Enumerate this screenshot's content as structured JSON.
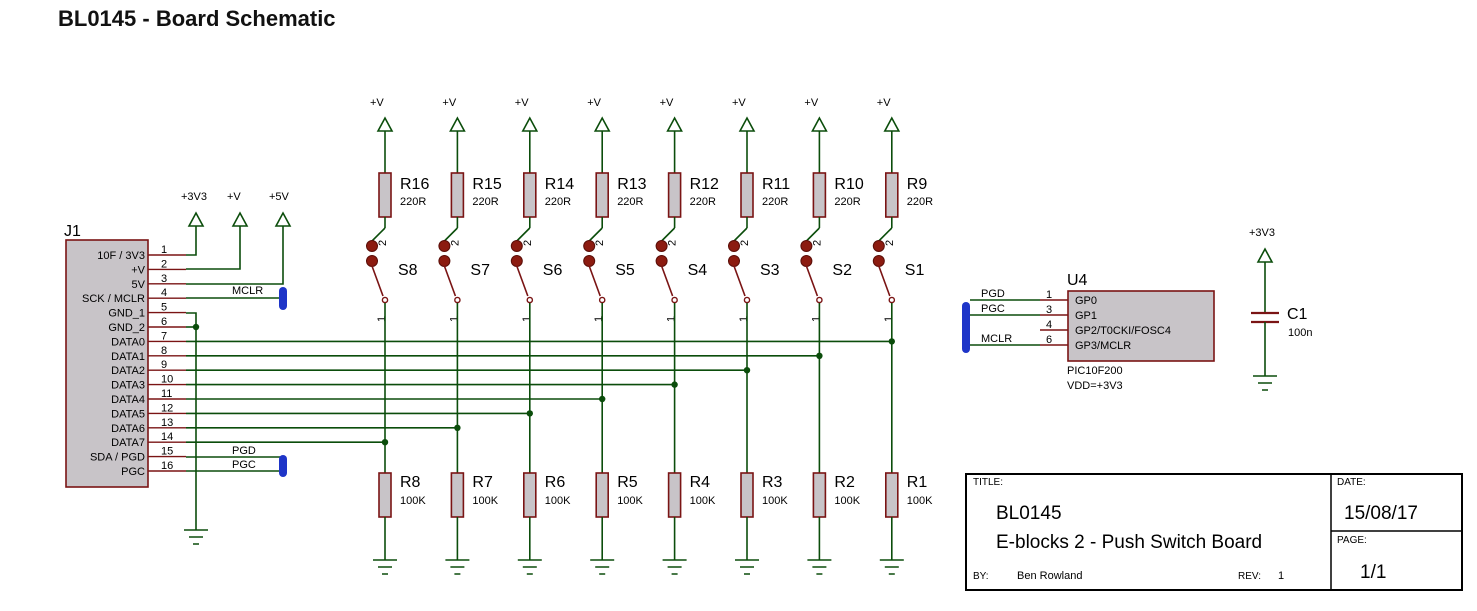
{
  "page_title": "BL0145 - Board Schematic",
  "power_labels": {
    "vplus": "+V",
    "v3v3": "+3V3",
    "v5v": "+5V"
  },
  "j1": {
    "ref": "J1",
    "pins": [
      {
        "name": "10F / 3V3",
        "num": "1"
      },
      {
        "name": "+V",
        "num": "2"
      },
      {
        "name": "5V",
        "num": "3"
      },
      {
        "name": "SCK / MCLR",
        "num": "4"
      },
      {
        "name": "GND_1",
        "num": "5"
      },
      {
        "name": "GND_2",
        "num": "6"
      },
      {
        "name": "DATA0",
        "num": "7"
      },
      {
        "name": "DATA1",
        "num": "8"
      },
      {
        "name": "DATA2",
        "num": "9"
      },
      {
        "name": "DATA3",
        "num": "10"
      },
      {
        "name": "DATA4",
        "num": "11"
      },
      {
        "name": "DATA5",
        "num": "12"
      },
      {
        "name": "DATA6",
        "num": "13"
      },
      {
        "name": "DATA7",
        "num": "14"
      },
      {
        "name": "SDA / PGD",
        "num": "15"
      },
      {
        "name": "PGC",
        "num": "16"
      }
    ],
    "net_labels": {
      "mclr": "MCLR",
      "pgd": "PGD",
      "pgc": "PGC"
    }
  },
  "columns": [
    {
      "upper_ref": "R16",
      "upper_val": "220R",
      "switch": "S8",
      "lower_ref": "R8",
      "lower_val": "100K"
    },
    {
      "upper_ref": "R15",
      "upper_val": "220R",
      "switch": "S7",
      "lower_ref": "R7",
      "lower_val": "100K"
    },
    {
      "upper_ref": "R14",
      "upper_val": "220R",
      "switch": "S6",
      "lower_ref": "R6",
      "lower_val": "100K"
    },
    {
      "upper_ref": "R13",
      "upper_val": "220R",
      "switch": "S5",
      "lower_ref": "R5",
      "lower_val": "100K"
    },
    {
      "upper_ref": "R12",
      "upper_val": "220R",
      "switch": "S4",
      "lower_ref": "R4",
      "lower_val": "100K"
    },
    {
      "upper_ref": "R11",
      "upper_val": "220R",
      "switch": "S3",
      "lower_ref": "R3",
      "lower_val": "100K"
    },
    {
      "upper_ref": "R10",
      "upper_val": "220R",
      "switch": "S2",
      "lower_ref": "R2",
      "lower_val": "100K"
    },
    {
      "upper_ref": "R9",
      "upper_val": "220R",
      "switch": "S1",
      "lower_ref": "R1",
      "lower_val": "100K"
    }
  ],
  "switch_pin_labels": {
    "top": "2",
    "bottom": "1"
  },
  "u4": {
    "ref": "U4",
    "part": "PIC10F200",
    "vdd": "VDD=+3V3",
    "pins": [
      {
        "name": "GP0",
        "num": "1",
        "net": "PGD"
      },
      {
        "name": "GP1",
        "num": "3",
        "net": "PGC"
      },
      {
        "name": "GP2/T0CKI/FOSC4",
        "num": "4",
        "net": ""
      },
      {
        "name": "GP3/MCLR",
        "num": "6",
        "net": "MCLR"
      }
    ]
  },
  "c1": {
    "ref": "C1",
    "value": "100n",
    "supply": "+3V3"
  },
  "title_block": {
    "title_label": "TITLE:",
    "title_line1": "BL0145",
    "title_line2": "E-blocks 2 - Push Switch Board",
    "date_label": "DATE:",
    "date": "15/08/17",
    "page_label": "PAGE:",
    "page": "1/1",
    "by_label": "BY:",
    "by": "Ben Rowland",
    "rev_label": "REV:",
    "rev": "1"
  },
  "colors": {
    "wire": "#0b4d0b",
    "pin": "#7a1414",
    "component_fill": "#c8c4c8",
    "bus": "#1e35c8",
    "terminal": "#8c1b10"
  }
}
